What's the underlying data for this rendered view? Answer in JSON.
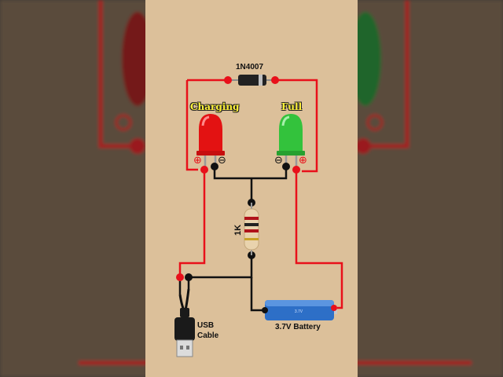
{
  "diagram": {
    "diode_label": "1N4007",
    "led_red_label": "Charging",
    "led_green_label": "Full",
    "resistor_label": "1K",
    "usb_label_line1": "USB",
    "usb_label_line2": "Cable",
    "battery_label": "3.7V Battery",
    "battery_print": "3.7V",
    "plus_symbol": "⊕",
    "minus_symbol": "⊖"
  },
  "colors": {
    "panel_bg": "#dcc09a",
    "wire_red": "#e8101a",
    "wire_black": "#111111",
    "led_red": "#e31212",
    "led_green": "#33c23c",
    "battery_blue": "#2d6fc7",
    "label_yellow": "#fff23a"
  },
  "icons": [
    "diode-icon",
    "resistor-icon",
    "red-led-icon",
    "green-led-icon",
    "battery-icon",
    "usb-plug-icon"
  ]
}
